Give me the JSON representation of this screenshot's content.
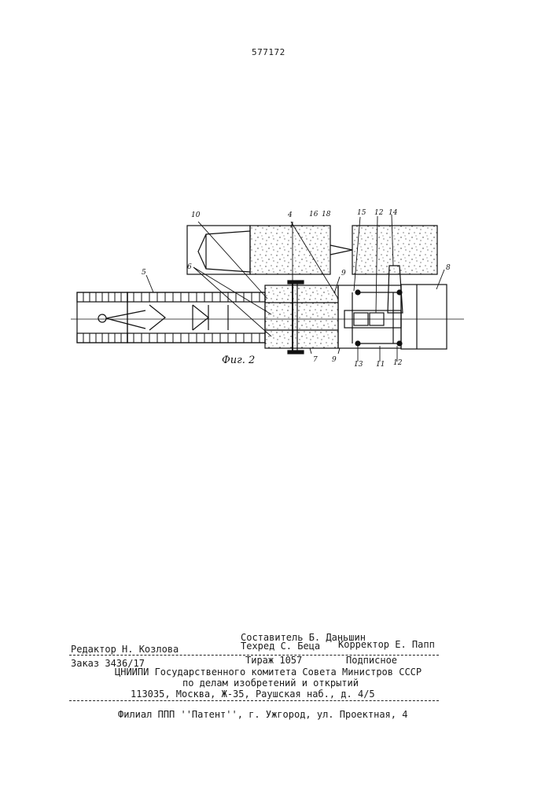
{
  "patent_number": "577172",
  "figure": {
    "caption": "Фиг. 2",
    "labels": [
      "10",
      "4",
      "16",
      "18",
      "15",
      "12",
      "14",
      "8",
      "6",
      "5",
      "9",
      "7",
      "9",
      "13",
      "11",
      "12"
    ]
  },
  "imprint": {
    "compiler": "Составитель Б. Даньшин",
    "editor": "Редактор Н. Козлова",
    "techred": "Техред С. Беца",
    "corrector": "Корректор Е. Папп",
    "order": "Заказ 3436/17",
    "circulation": "Тираж 1057",
    "subscription": "Подписное",
    "institute_line1": "ЦНИИПИ Государственного комитета Совета Министров СССР",
    "institute_line2": "по делам изобретений и открытий",
    "address": "113035, Москва, Ж-35, Раушская наб., д. 4/5",
    "branch": "Филиал ППП ''Патент'', г. Ужгород, ул. Проектная, 4"
  }
}
